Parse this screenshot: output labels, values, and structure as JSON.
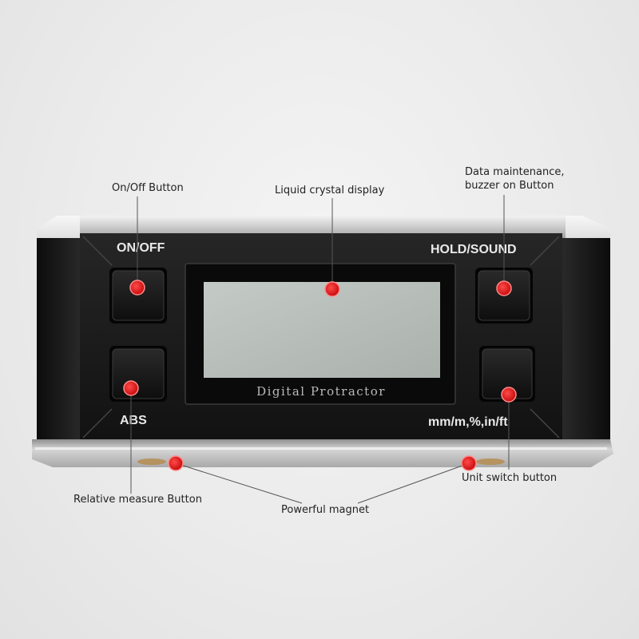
{
  "device": {
    "screen_caption": "Digital Protractor",
    "labels": {
      "on_off": "ON/OFF",
      "hold_sound": "HOLD/SOUND",
      "abs": "ABS",
      "units": "mm/m,%,in/ft"
    }
  },
  "callouts": {
    "on_off_button": "On/Off Button",
    "lcd": "Liquid crystal display",
    "data_maintenance_line1": "Data maintenance,",
    "data_maintenance_line2": "buzzer on Button",
    "relative_measure": "Relative measure Button",
    "magnet": "Powerful magnet",
    "unit_switch": "Unit switch button"
  },
  "colors": {
    "marker": "#e01515",
    "body": "#1a1a1a",
    "lcd": "#b9c0bb"
  }
}
